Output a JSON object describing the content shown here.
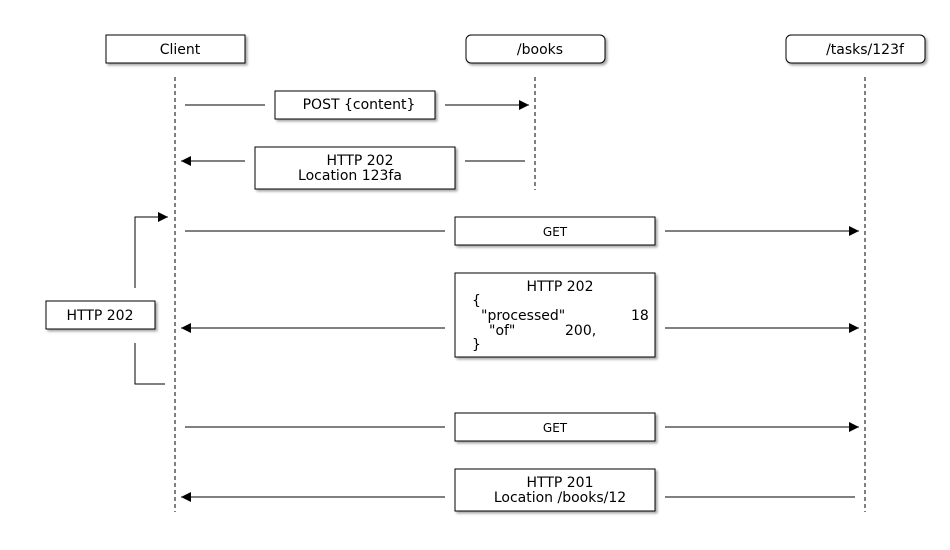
{
  "participants": {
    "client": "Client",
    "books": "/books",
    "tasks": "/tasks/123f"
  },
  "messages": {
    "post_request": "POST {content}",
    "accepted_status": "HTTP 202",
    "accepted_location": "Location 123fa",
    "get_first": "GET",
    "progress_status": "HTTP 202",
    "progress_open_brace": "{",
    "progress_processed_key": "\"processed\"",
    "progress_processed_value": "18",
    "progress_of_key": "\"of\"",
    "progress_of_value": "200,",
    "progress_close_brace": "}",
    "get_second": "GET",
    "created_status": "HTTP 201",
    "created_location": "Location /books/12"
  },
  "loop": {
    "label": "HTTP 202"
  }
}
